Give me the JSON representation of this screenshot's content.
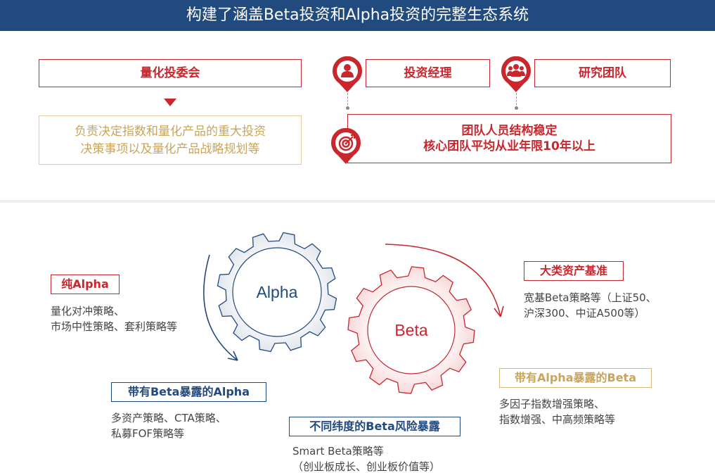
{
  "header": {
    "title": "构建了涵盖Beta投资和Alpha投资的完整生态系统"
  },
  "top": {
    "committee": {
      "label": "量化投委会",
      "desc_line1": "负责决定指数和量化产品的重大投资",
      "desc_line2": "决策事项以及量化产品战略规划等"
    },
    "pm": {
      "label": "投资经理",
      "icon": "person-icon"
    },
    "rt": {
      "label": "研究团队",
      "icon": "group-icon"
    },
    "team": {
      "line1": "团队人员结构稳定",
      "line2": "核心团队平均从业年限10年以上",
      "icon": "target-icon"
    }
  },
  "gears": {
    "alpha": "Alpha",
    "beta": "Beta",
    "colors": {
      "alpha": "#214a7e",
      "beta": "#c9262e"
    }
  },
  "strategies": {
    "pure_alpha": {
      "title": "纯Alpha",
      "line1": "量化对冲策略、",
      "line2": "市场中性策略、套利策略等"
    },
    "alpha_beta": {
      "title": "带有Beta暴露的Alpha",
      "line1": "多资产策略、CTA策略、",
      "line2": "私募FOF策略等"
    },
    "risk_beta": {
      "title": "不同纬度的Beta风险暴露",
      "line1": "Smart Beta策略等",
      "line2": "（创业板成长、创业板价值等）"
    },
    "asset_class": {
      "title": "大类资产基准",
      "line1": "宽基Beta策略等（上证50、",
      "line2": "沪深300、中证A500等）"
    },
    "beta_alpha": {
      "title": "带有Alpha暴露的Beta",
      "line1": "多因子指数增强策略、",
      "line2": "指数增强、中高频策略等"
    }
  }
}
